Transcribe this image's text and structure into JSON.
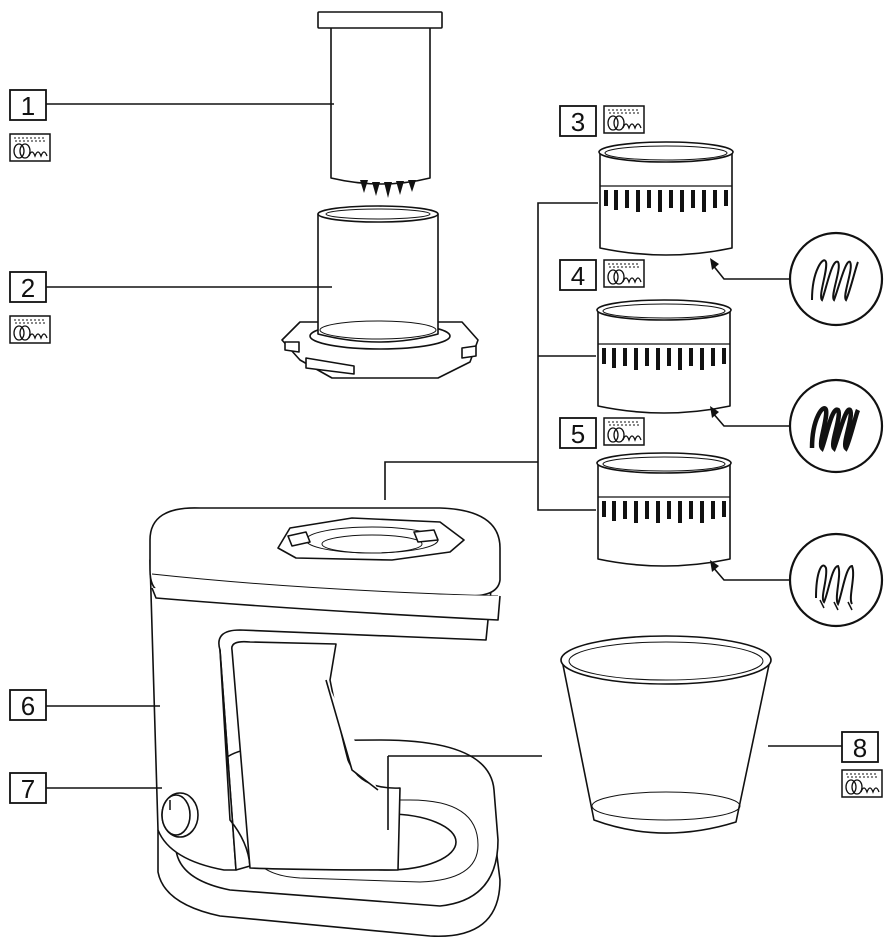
{
  "diagram": {
    "labels": [
      {
        "number": "1",
        "part": "pusher",
        "dishwasher_safe": true
      },
      {
        "number": "2",
        "part": "feed-tube",
        "dishwasher_safe": true
      },
      {
        "number": "3",
        "part": "fine-spiral-cone",
        "dishwasher_safe": true
      },
      {
        "number": "4",
        "part": "thick-spiral-cone",
        "dishwasher_safe": true
      },
      {
        "number": "5",
        "part": "ribbon-cone",
        "dishwasher_safe": true
      },
      {
        "number": "6",
        "part": "motor-base",
        "dishwasher_safe": false
      },
      {
        "number": "7",
        "part": "control-knob",
        "dishwasher_safe": false
      },
      {
        "number": "8",
        "part": "collection-bowl",
        "dishwasher_safe": true
      }
    ],
    "icons": {
      "dishwasher": "dishwasher-safe-icon",
      "cut_fine": "fine-spiral-cut-icon",
      "cut_thick": "thick-spiral-cut-icon",
      "cut_ribbon": "ribbon-cut-icon"
    },
    "colors": {
      "line": "#111111",
      "background": "#ffffff"
    }
  }
}
